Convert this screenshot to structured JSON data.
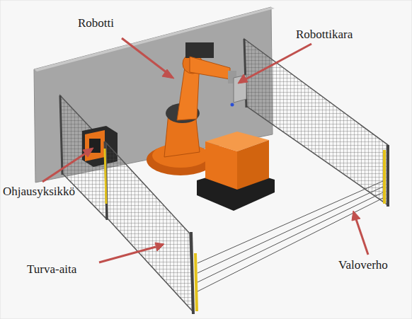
{
  "diagram": {
    "labels": [
      "Robotti",
      "Robottikara",
      "Ohjausyksikkö",
      "Turva-aita",
      "Valoverho"
    ]
  }
}
